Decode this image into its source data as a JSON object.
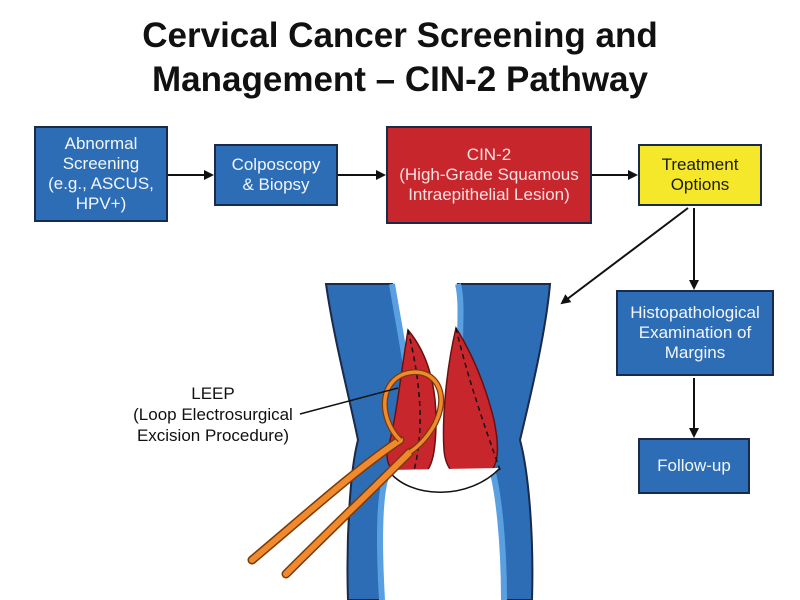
{
  "title": {
    "line1": "Cervical Cancer Screening and",
    "line2": "Management – CIN-2 Pathway"
  },
  "boxes": {
    "abnormal_screening": [
      "Abnormal",
      "Screening",
      "(e.g., ASCUS,",
      "HPV+)"
    ],
    "colposcopy": [
      "Colposcopy",
      "& Biopsy"
    ],
    "cin2": [
      "CIN-2",
      "(High-Grade Squamous",
      "Intraepithelial Lesion)"
    ],
    "treatment": [
      "Treatment",
      "Options"
    ],
    "histopathology": [
      "Histopathological",
      "Examination of",
      "Margins"
    ],
    "follow_up": [
      "Follow-up"
    ]
  },
  "leep_label": [
    "LEEP",
    "(Loop Electrosurgical",
    "Excision Procedure)"
  ],
  "colors": {
    "blue": "#2d6db5",
    "red": "#c7262d",
    "yellow": "#f5e82a",
    "loop": "#f08a2c",
    "cervix_light": "#5aa0e0"
  }
}
